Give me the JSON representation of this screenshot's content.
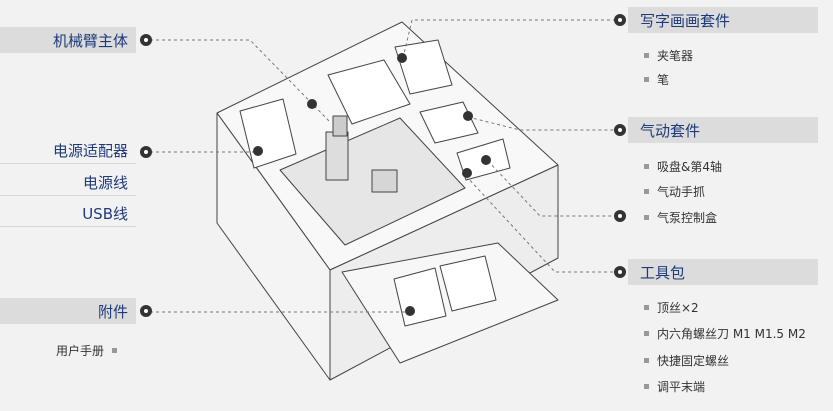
{
  "left_labels": {
    "arm_body": "机械臂主体",
    "power_adapter": "电源适配器",
    "power_cable": "电源线",
    "usb_cable": "USB线",
    "accessories": "附件",
    "user_manual": "用户手册"
  },
  "right_groups": {
    "writing_kit": {
      "title": "写字画画套件",
      "items": [
        "夹笔器",
        "笔"
      ]
    },
    "pneumatic_kit": {
      "title": "气动套件",
      "items": [
        "吸盘&第4轴",
        "气动手抓",
        "气泵控制盒"
      ]
    },
    "tool_kit": {
      "title": "工具包",
      "items": [
        "顶丝×2",
        "内六角螺丝刀 M1 M1.5 M2",
        "快捷固定螺丝",
        "调平末端"
      ]
    }
  },
  "colors": {
    "accent": "#1e3a7a",
    "header_bg": "#dcdcdc",
    "background": "#f2f2f2"
  }
}
